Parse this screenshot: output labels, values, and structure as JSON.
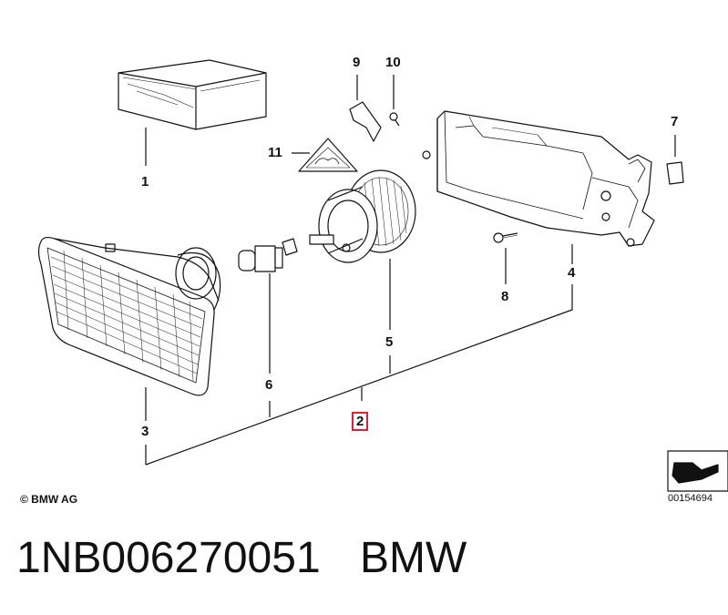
{
  "callouts": {
    "c1": "1",
    "c2": "2",
    "c3": "3",
    "c4": "4",
    "c5": "5",
    "c6": "6",
    "c7": "7",
    "c8": "8",
    "c9": "9",
    "c10": "10",
    "c11": "11"
  },
  "footer": {
    "copyright": "© BMW AG",
    "diagram_id": "00154694"
  },
  "caption": {
    "part_number": "1NB006270051",
    "brand": "BMW"
  },
  "colors": {
    "highlight_box": "#e02030",
    "line": "#111111"
  }
}
